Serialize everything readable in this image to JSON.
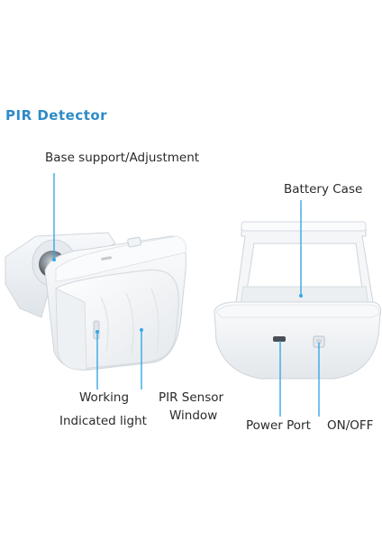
{
  "heading": "PIR Detector",
  "colors": {
    "title": "#2e8bc8",
    "callout_line": "#35a7e6",
    "device_body": "#f2f4f6",
    "device_shadow": "#dde2e7"
  },
  "left_device": {
    "labels": {
      "base": "Base support/Adjustment",
      "working_line1": "Working",
      "working_line2": "Indicated light",
      "pir_line1": "PIR Sensor",
      "pir_line2": "Window"
    }
  },
  "right_device": {
    "labels": {
      "battery": "Battery Case",
      "power": "Power Port",
      "onoff": "ON/OFF"
    }
  }
}
